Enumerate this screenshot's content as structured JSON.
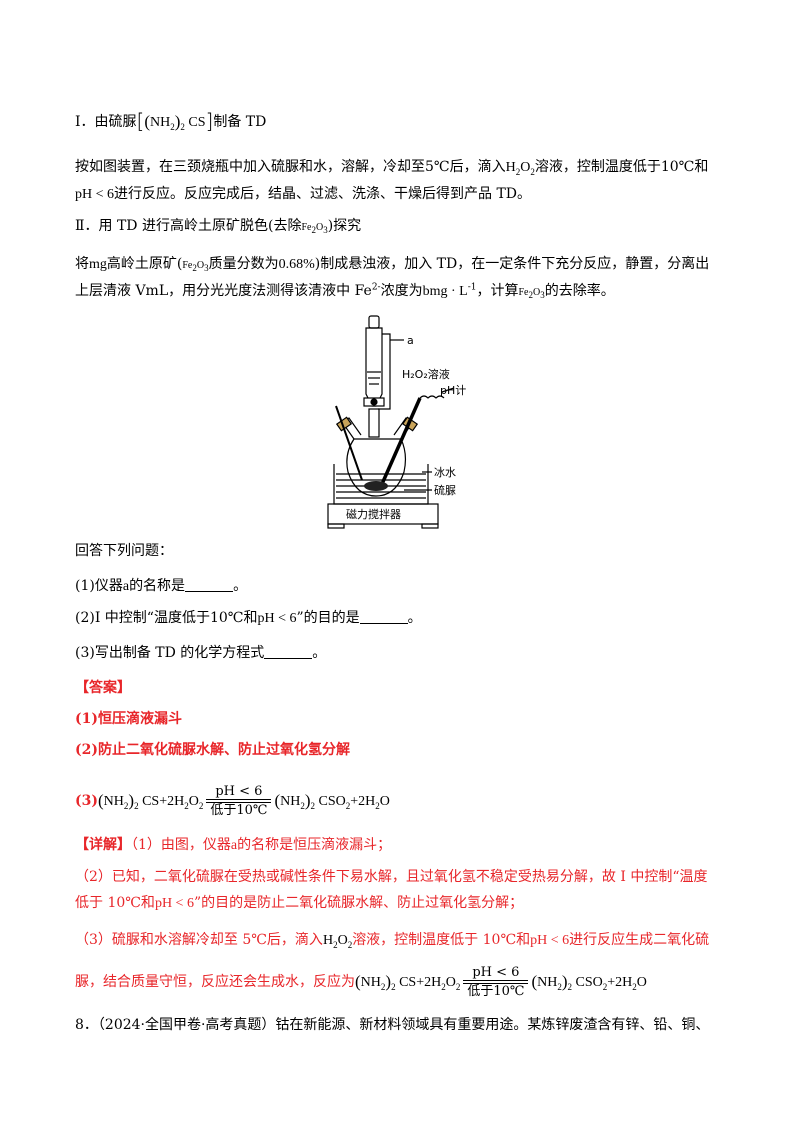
{
  "part1": {
    "prefix": "Ⅰ．由硫脲",
    "formula": "CS",
    "suffix": "制备 TD"
  },
  "procedure": {
    "l1_a": "按如图装置，在三颈烧瓶中加入硫脲和水，溶解，冷却至",
    "l1_temp": "5℃",
    "l1_b": "后，滴入",
    "l1_c": "溶液，控制温度低于",
    "l1_temp2": "10℃",
    "l1_d": "和",
    "l2_ph": "pH < 6",
    "l2_a": "进行反应。反应完成后，结晶、过滤、洗涤、干燥后得到产品 TD。"
  },
  "part2": {
    "a": "Ⅱ．用 TD 进行高岭土原矿脱色(去除",
    "b": ")探究"
  },
  "exp": {
    "l1_a": "将",
    "m": "mg",
    "l1_b": "高岭土原矿(",
    "l1_c": "质量分数为",
    "pct": "0.68%",
    "l1_d": ")制成悬浊液，加入 TD，在一定条件下充分反应，静置，分离出",
    "l2_a": "上层清液 VmL，用分光光度法测得该清液中 Fe",
    "l2_b": "浓度为",
    "unit": "bmg · L",
    "l2_c": "，计算",
    "l2_d": "的去除率。"
  },
  "figure": {
    "label_a": "a",
    "label_h2o2": "H₂O₂溶液",
    "label_ph": "pH计",
    "label_ice": "冰水",
    "label_thiourea": "硫脲",
    "label_stirrer": "磁力搅拌器"
  },
  "questions": {
    "intro": "回答下列问题：",
    "q1_a": "(1)仪器",
    "q1_b": "的名称是",
    "q2_a": "(2)Ⅰ 中控制“温度低于",
    "q2_b": "和",
    "q2_c": "”的目的是",
    "q3_a": "(3)写出制备 TD 的化学方程式",
    "end": "。"
  },
  "answer": {
    "label": "【答案】",
    "a1": "(1)恒压滴液漏斗",
    "a2": "(2)防止二氧化硫脲水解、防止过氧化氢分解",
    "a3_prefix": "(3)"
  },
  "equation": {
    "left": "CS+2H",
    "cond_top": "pH < 6",
    "cond_bot": "低于10℃",
    "right_a": "CSO",
    "right_b": "+2H"
  },
  "detail": {
    "label": "【详解】",
    "d1_a": "（1）由图，仪器",
    "d1_b": "的名称是恒压滴液漏斗；",
    "d2_a": "（2）已知，二氧化硫脲在受热或碱性条件下易水解，且过氧化氢不稳定受热易分解，故 I 中控制“温度",
    "d2_b": "低于 10℃和",
    "d2_c": "”的目的是防止二氧化硫脲水解、防止过氧化氢分解；",
    "d3_a": "（3）硫脲和水溶解冷却至 5℃后，滴入",
    "d3_b": "溶液，控制温度低于 10℃和",
    "d3_c": "进行反应生成二氧化硫",
    "d4_a": "脲，结合质量守恒，反应还会生成水，反应为"
  },
  "next": {
    "text": "8．（2024·全国甲卷·高考真题）钴在新能源、新材料领域具有重要用途。某炼锌废渣含有锌、铅、铜、"
  }
}
